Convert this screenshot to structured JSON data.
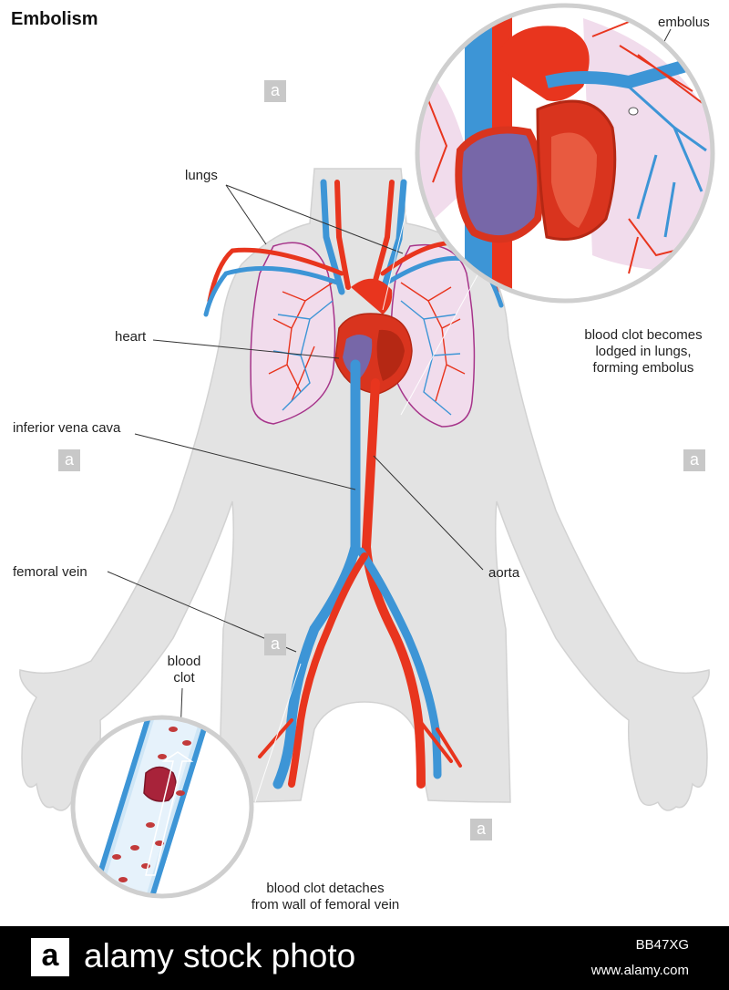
{
  "title": "Embolism",
  "labels": {
    "embolus": "embolus",
    "lungs": "lungs",
    "heart": "heart",
    "inferior_vena_cava": "inferior vena cava",
    "femoral_vein": "femoral vein",
    "aorta": "aorta",
    "blood_clot_1": "blood",
    "blood_clot_2": "clot",
    "lodged_1": "blood clot becomes",
    "lodged_2": "lodged in lungs,",
    "lodged_3": "forming embolus",
    "detaches_1": "blood clot detaches",
    "detaches_2": "from wall of femoral vein"
  },
  "watermark": {
    "box_letter": "a",
    "text": "alamy"
  },
  "footer": {
    "logo_letter": "a",
    "brand": "alamy stock photo",
    "image_id": "BB47XG",
    "url": "www.alamy.com"
  },
  "colors": {
    "artery": "#e8351e",
    "vein": "#3d95d6",
    "body": "#e3e3e3",
    "lung_fill": "#f1dcec",
    "lung_outline": "#a6348a",
    "heart_red": "#d9341e",
    "heart_purple": "#7767a8"
  }
}
